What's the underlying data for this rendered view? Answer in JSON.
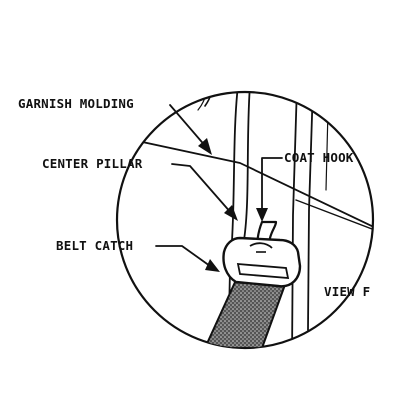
{
  "labels": {
    "garnish_molding": "GARNISH MOLDING",
    "center_pillar": "CENTER PILLAR",
    "coat_hook": "COAT HOOK",
    "belt_catch": "BELT CATCH",
    "view": "VIEW F"
  },
  "colors": {
    "ink": "#111111",
    "background": "#ffffff",
    "strap_fill": "#6f6f6f"
  },
  "icons": {
    "arrowhead": "filled-triangle-arrowhead"
  }
}
